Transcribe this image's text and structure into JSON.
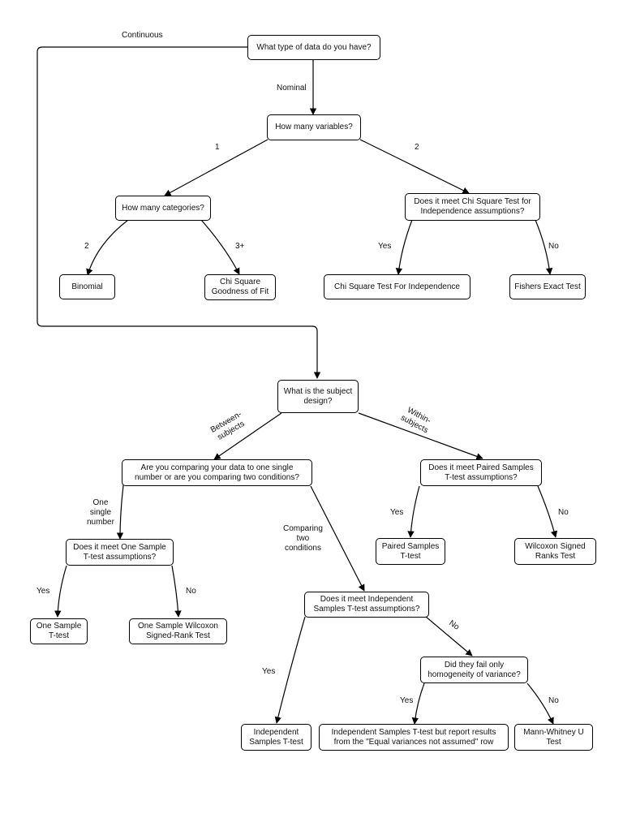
{
  "nodes": {
    "q_data_type": "What type of data do you have?",
    "q_variables": "How many variables?",
    "q_categories": "How many categories?",
    "q_chi_assumptions": "Does it meet Chi Square Test for\nIndependence assumptions?",
    "binomial": "Binomial",
    "chi_gof": "Chi Square\nGoodness of Fit",
    "chi_independence": "Chi Square Test For Independence",
    "fishers": "Fishers Exact Test",
    "q_subject_design": "What is the subject\ndesign?",
    "q_compare": "Are you comparing your data to one single\nnumber or are you comparing two conditions?",
    "q_paired": "Does it meet Paired Samples\nT-test assumptions?",
    "paired_t": "Paired Samples\nT-test",
    "wilcoxon_signed_ranks": "Wilcoxon Signed\nRanks Test",
    "q_one_sample": "Does it meet One Sample\nT-test assumptions?",
    "one_sample_t": "One Sample\nT-test",
    "one_sample_wilcoxon": "One Sample Wilcoxon\nSigned-Rank Test",
    "q_independent": "Does it meet Independent\nSamples T-test assumptions?",
    "q_homogeneity": "Did they fail only\nhomogeneity of variance?",
    "independent_t": "Independent\nSamples T-test",
    "independent_t_unequal": "Independent Samples T-test but report results\nfrom the \"Equal variances not assumed\" row",
    "mann_whitney": "Mann-Whitney U\nTest"
  },
  "edge_labels": {
    "continuous": "Continuous",
    "nominal": "Nominal",
    "one_var": "1",
    "two_var": "2",
    "two_cat": "2",
    "three_plus_cat": "3+",
    "chi_yes": "Yes",
    "chi_no": "No",
    "between_subjects": "Between-\nsubjects",
    "within_subjects": "Within-\nsubjects",
    "one_single_number": "One\nsingle\nnumber",
    "comparing_two": "Comparing\ntwo\nconditions",
    "paired_yes": "Yes",
    "paired_no": "No",
    "one_sample_yes": "Yes",
    "one_sample_no": "No",
    "independent_yes": "Yes",
    "independent_no": "No",
    "homogeneity_yes": "Yes",
    "homogeneity_no": "No"
  }
}
